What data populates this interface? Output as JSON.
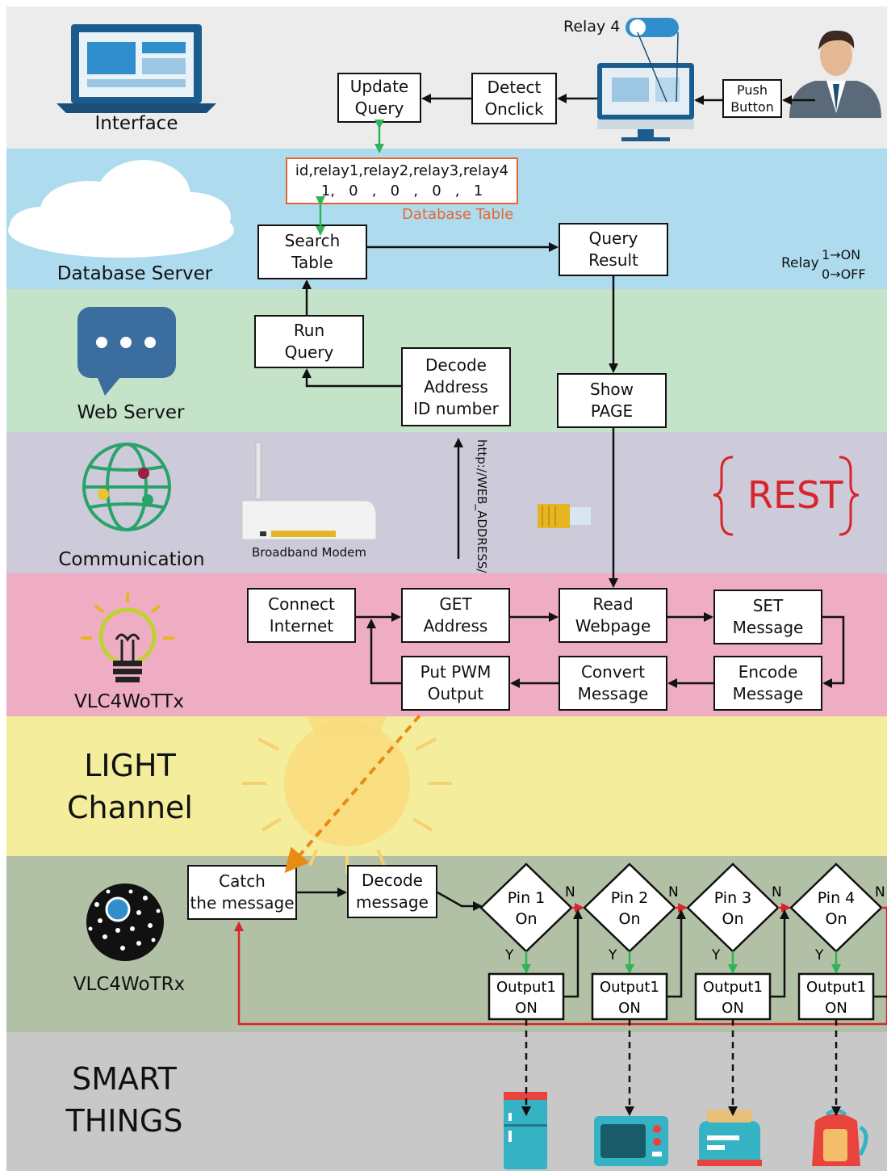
{
  "lanes": {
    "interface": "Interface",
    "database": "Database Server",
    "web": "Web Server",
    "communication": "Communication",
    "tx": "VLC4WoTTx",
    "light": "LIGHT\nChannel",
    "rx": "VLC4WoTRx",
    "smart": "SMART\nTHINGS"
  },
  "interface": {
    "relay_label": "Relay 4",
    "push_button": "Push\nButton",
    "detect": "Detect\nOnclick",
    "update": "Update\nQuery"
  },
  "database": {
    "table_header": "id,relay1,relay2,relay3,relay4",
    "table_row": "1,   0   ,   0   ,   0   ,   1",
    "table_caption": "Database Table",
    "search": "Search\nTable",
    "result": "Query\nResult",
    "legend_relay": "Relay",
    "legend_on": "1→ON",
    "legend_off": "0→OFF"
  },
  "web": {
    "run": "Run\nQuery",
    "decode": "Decode\nAddress\nID number",
    "show": "Show\nPAGE"
  },
  "communication": {
    "modem": "Broadband Modem",
    "url": "http://WEB_ADDRESS/",
    "rest": "REST"
  },
  "tx": {
    "connect": "Connect\nInternet",
    "get": "GET\nAddress",
    "read": "Read\nWebpage",
    "set": "SET\nMessage",
    "encode": "Encode\nMessage",
    "convert": "Convert\nMessage",
    "pwm": "Put PWM\nOutput"
  },
  "rx": {
    "catch": "Catch\nthe message",
    "decode": "Decode\nmessage",
    "pins": [
      "Pin 1\nOn",
      "Pin 2\nOn",
      "Pin 3\nOn",
      "Pin 4\nOn"
    ],
    "outputs": [
      "Output1\nON",
      "Output1\nON",
      "Output1\nON",
      "Output1\nON"
    ],
    "yes": "Y",
    "no": "N"
  },
  "colors": {
    "interface_bg": "#ececec",
    "database_bg": "#aedcee",
    "web_bg": "#c5e3c8",
    "comm_bg": "#cdcbd9",
    "tx_bg": "#efadc4",
    "light_bg": "#f4ee9c",
    "rx_bg": "#b2c0a5",
    "smart_bg": "#c8c8c8",
    "accent_green": "#2fb457",
    "accent_red": "#d8242b",
    "accent_orange": "#e98a14",
    "table_border": "#e8652f"
  }
}
